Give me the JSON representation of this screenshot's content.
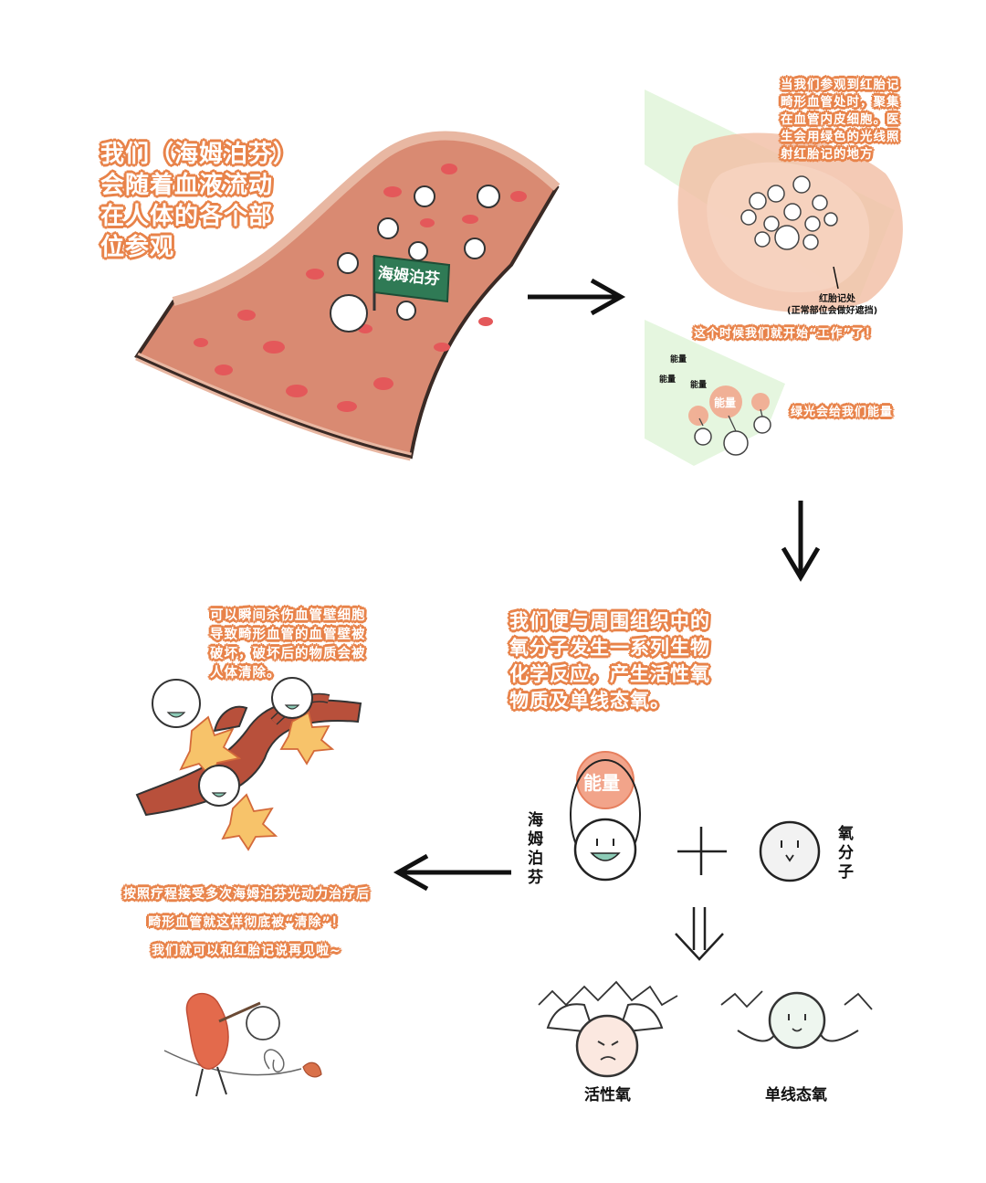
{
  "panel1": {
    "text": "我们（海姆泊芬）会随着血液流动在人体的各个部位参观",
    "lines": [
      "我们（海姆泊芬）",
      "会随着血液流动",
      "在人体的各个部",
      "位参观"
    ],
    "flag_label": "海姆泊芬"
  },
  "panel2": {
    "lines": [
      "当我们参观到红胎记",
      "畸形血管处时，聚集",
      "在血管内皮细胞。医",
      "生会用绿色的光线照",
      "射红胎记的地方"
    ],
    "mark_label": "红胎记处",
    "mark_note": "(正常部位会做好遮挡)",
    "work_text": "这个时候我们就开始“工作”了！",
    "energy_word": "能量",
    "green_light_text": "绿光会给我们能量"
  },
  "panel3": {
    "lines": [
      "我们便与周围组织中的",
      "氧分子发生一系列生物",
      "化学反应，产生活性氧",
      "物质及单线态氧。"
    ],
    "energy_word": "能量",
    "left_label": "海姆泊芬",
    "right_label": "氧分子",
    "product1": "活性氧",
    "product2": "单线态氧"
  },
  "panel4": {
    "lines": [
      "可以瞬间杀伤血管壁细胞",
      "导致畸形血管的血管壁被",
      "破坏，破坏后的物质会被",
      "人体清除。"
    ]
  },
  "panel5": {
    "lines": [
      "按照疗程接受多次海姆泊芬光动力治疗后",
      "畸形血管就这样彻底被“清除”！",
      "我们就可以和红胎记说再见啦~"
    ]
  },
  "colors": {
    "orange": "#e8834a",
    "vessel": "#d9826b",
    "vessel_dark": "#b65a45",
    "flag_green": "#2f7a55",
    "energy": "#f2a48a",
    "green_light": "#bfe6b0"
  }
}
